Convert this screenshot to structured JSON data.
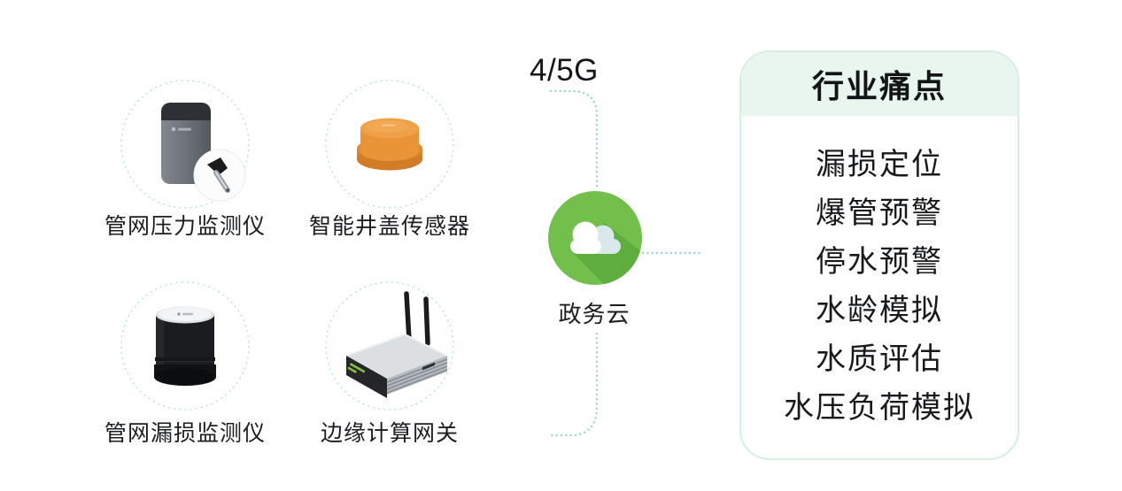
{
  "network": {
    "label": "4/5G"
  },
  "cloud": {
    "label": "政务云"
  },
  "devices": [
    {
      "id": "pressure-monitor",
      "label": "管网压力监测仪"
    },
    {
      "id": "manhole-sensor",
      "label": "智能井盖传感器"
    },
    {
      "id": "leak-monitor",
      "label": "管网漏损监测仪"
    },
    {
      "id": "edge-gateway",
      "label": "边缘计算网关"
    }
  ],
  "panel": {
    "title": "行业痛点",
    "items": [
      "漏损定位",
      "爆管预警",
      "停水预警",
      "水龄模拟",
      "水质评估",
      "水压负荷模拟"
    ]
  },
  "colors": {
    "connector_dots": "#9bd9bf",
    "device_ring": "#b7e7d2",
    "cloud_green": "#72bf4c",
    "cloud_shadow": "#5fad3e",
    "cloud_accent": "#d9e8ea",
    "panel_border": "#d5efe2",
    "panel_header_bg": "#e9f6ef",
    "sensor_orange": "#e89437"
  }
}
